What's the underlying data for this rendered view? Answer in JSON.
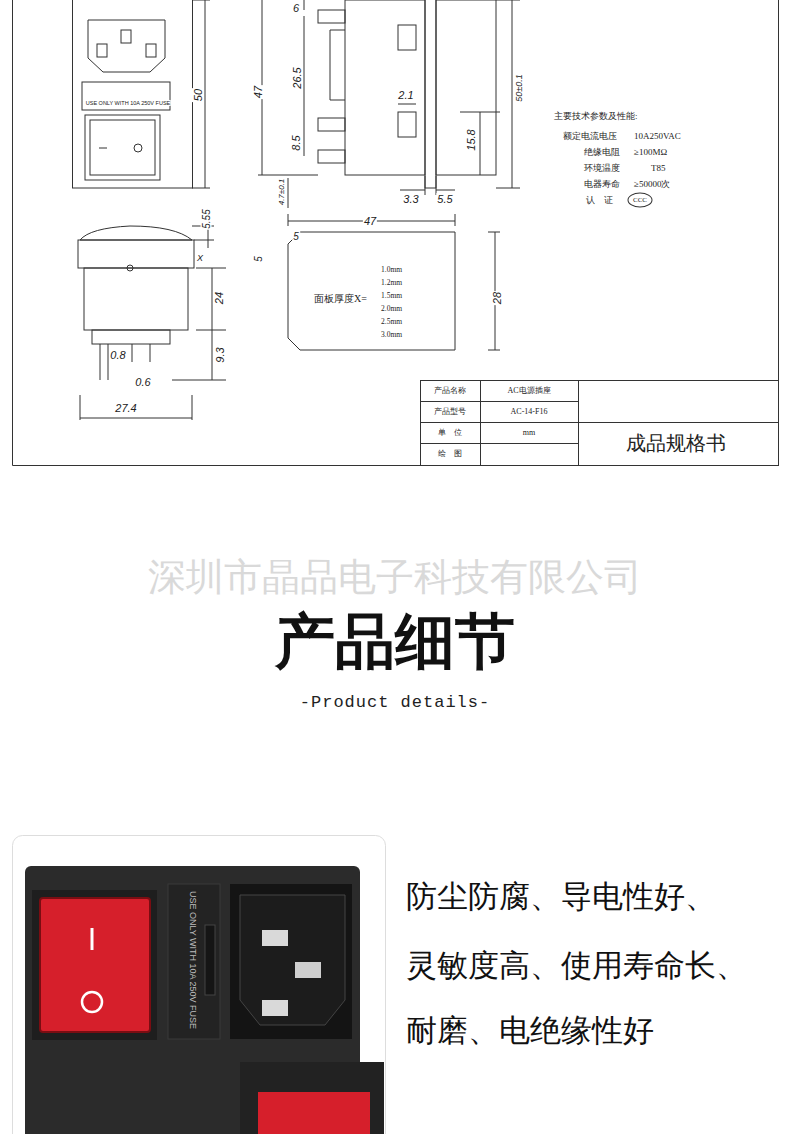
{
  "diagram": {
    "title": "产品细节",
    "nodes": [
      {
        "text": [
          "CCC"
        ]
      }
    ],
    "labels": [
      "6",
      "47",
      "50",
      "26.5",
      "2.1",
      "50±0.1",
      "8.5",
      "15.8",
      "USE ONLY WITH 10A 250V FUSE",
      "4.7±0.1",
      "3.3",
      "5.5",
      "主要技术参数及性能:",
      "额定电流电压",
      "10A250VAC",
      "绝缘电阻",
      "≥100MΩ",
      "环境温度",
      "T85",
      "电器寿命",
      "≥50000次",
      "认　证",
      "47",
      "5.55",
      "X",
      "5",
      "5",
      "1.0mm",
      "1.2mm",
      "1.5mm",
      "2.0mm",
      "2.5mm",
      "3.0mm",
      "面板厚度X=",
      "24",
      "28",
      "9.3",
      "0.8",
      "0.6",
      "27.4",
      "产品名称",
      "AC电源插座",
      "产品型号",
      "AC-14-F16",
      "单　位",
      "mm",
      "成品规格书",
      "绘　图",
      "深圳市晶品电子科技有限公司",
      "-Product details-",
      "USE ONLY WITH 10A 250V FUSE",
      "防尘防腐、导电性好、",
      "灵敏度高、使用寿命长、",
      "耐磨、电绝缘性好"
    ]
  }
}
